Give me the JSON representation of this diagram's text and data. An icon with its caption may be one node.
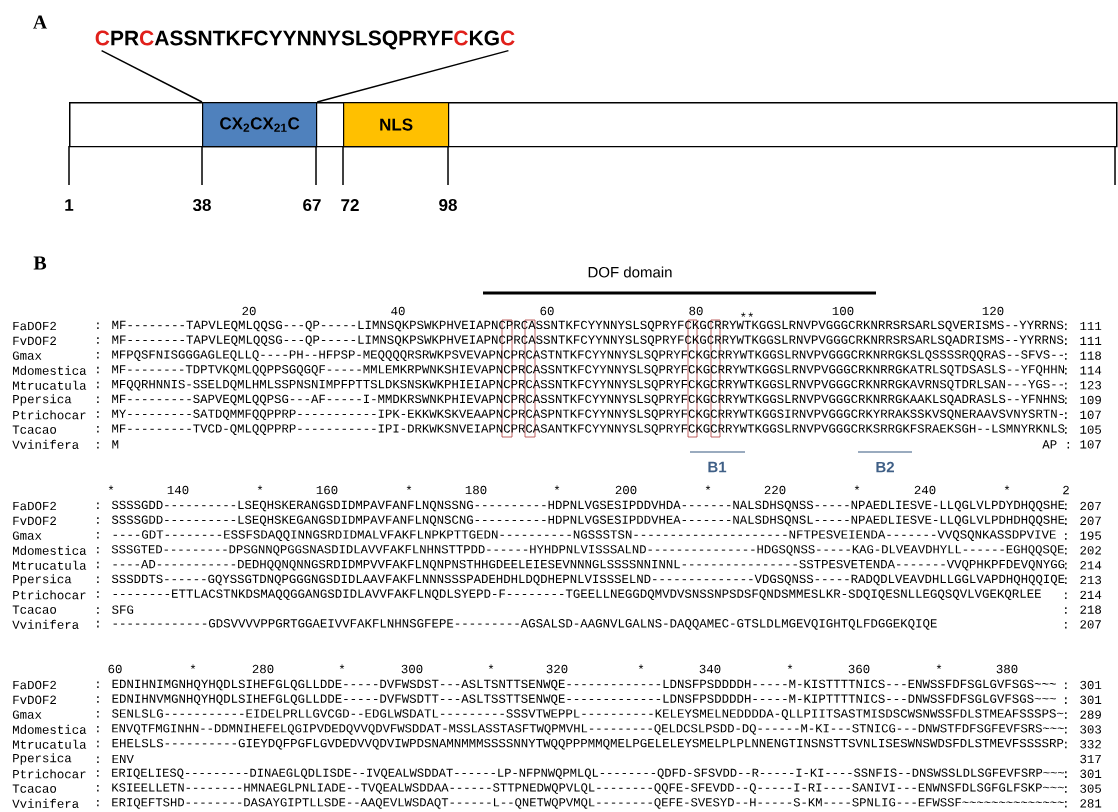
{
  "diagram": {
    "nodes": [
      {
        "text": [
          "C",
          "PR",
          "C",
          "ASSNTKFCYYNNYSLSQPRYF",
          "C",
          "KG",
          "C"
        ]
      },
      {
        "text": [],
        "shape": "box"
      },
      {
        "text": [
          "CX$_{2}$CX$_{21}$C"
        ],
        "in": 1
      },
      {
        "text": [
          "NLS"
        ],
        "in": 1
      }
    ],
    "edges": [
      {
        "from": 0,
        "to": 2,
        "arrow": "none"
      },
      {
        "from": 0,
        "to": 2,
        "arrow": "none"
      }
    ],
    "labels": [
      "A",
      "1",
      "38",
      "67",
      "72",
      "98",
      "B",
      "DOF domain",
      "20",
      "40",
      "60",
      "80",
      "100",
      "120",
      "**",
      "FaDOF2",
      ": MF--------TAPVLEQMLQQSG---QP-----LIMNSQKPSWKPHVEIAPNCPRCASSNTKFCYYNNYSLSQPRYFCKGCRRYWTKGGSLRNVPVGGGCRKNRRSRSARLSQVERISMS--YYRRNS",
      ": 111",
      "FvDOF2",
      ": MF--------TAPVLEQMLQQSG---QP-----LIMNSQKPSWKPHVEIAPNCPRCASSNTKFCYYNNYSLSQPRYFCKGCRRYWTKGGSLRNVPVGGGCRKNRRSRSARLSQADRISMS--YYRRNS",
      ": 111",
      "Gmax",
      ": MFPQSFNISGGGAGLEQLLQ----PH--HFPSP-MEQQQQRSRWKPSVEVAPNCPRCASTNTKFCYYNNYSLSQPRYFCKGCRRYWTKGGSLRNVPVGGGCRKNRRGKSLQSSSSRQQRAS--SFVS--",
      ": 118",
      "Mdomestica",
      ": MF--------TDPTVKQMLQQPPSGQGQF-----MMLEMKRPWNKSHIEVAPNCPRCASSNTKFCYYNNYSLSQPRYFCKGCRRYWTKGGSLRNVPVGGGCRKNRRGKATRLSQTDSASLS--YFQHHN",
      ": 114",
      "Mtrucatula",
      ": MFQQRHNNIS-SSELDQMLHMLSSPNSNIMPFPTTSLDKSNSKWKPHIEIAPNCPRCASSNTKFCYYNNYSLSQPRYFCKGCRRYWTKGGSLRNVPVGGGCRKNRRGKAVRNSQTDRLSAN---YGS--",
      ": 123",
      "Ppersica",
      ": MF---------SAPVEQMLQQPSG---AF-----I-MMDKRSWNKPHIEVAPNCPRCASSNTKFCYYNNYSLSQPRYFCKGCRRYWTKGGSLRNVPVGGGCRKNRRGKAAKLSQADRASLS--YFNHNS",
      ": 109",
      "Ptrichocar",
      ": MY---------SATDQMMFQQPPRP-----------IPK-EKKWKSKVEAAPNCPRCASPNTKFCYYNNYSLSQPRYFCKGCRRYWTKGGSIRNVPVGGGCRKYRRAKSSKVSQNERAAVSVNYSRTN-",
      ": 107",
      "Tcacao",
      ": MF---------TVCD-QMLQQPPRP-----------IPI-DRKWKSNVEIAPNCPRCASANTKFCYYNNYSLSQPRYFCKGCRRYWTKGGSLRNVPVGGGCRKSRRGKFSRAEKSGH--LSMNYRKNLS",
      ": 105",
      "Vvinifera",
      ": M",
      "AP : 107",
      "B1",
      "B2",
      "*",
      "140",
      "*",
      "160",
      "*",
      "180",
      "*",
      "200",
      "*",
      "220",
      "*",
      "240",
      "*",
      "2",
      "FaDOF2",
      ": SSSSGDD----------LSEQHSKERANGSDIDMPAVFANFLNQNSSNG----------HDPNLVGSESIPDDVHDA-------NALSDHSQNSS-----NPAEDLIESVE-LLQGLVLPDYDHQQSHE",
      ": 207",
      "FvDOF2",
      ": SSSSGDD----------LSEQHSKEGANGSDIDMPAVFANFLNQNSCNG----------HDPNLVGSESIPDDVHEA-------NALSDHSQNSL-----NPAEDLIESVE-LLQGLVLPDHDHQQSHE",
      ": 207",
      "Gmax",
      ": ----GDT--------ESSFSDAQQINNGSRDIDMALVFAKFLNPKPTTGEDN----------NGSSSTSN---------------------NFTPESVEIENDA-------VVQSQNKASSDPVIVE",
      ": 195",
      "Mdomestica",
      ": SSSGTED---------DPSGNNQPGGSNASDIDLAVVFAKFLNHNSTTPDD------HYHDPNLVISSSALND---------------HDGSQNSS-----KAG-DLVEAVDHYLL------EGHQQSQE",
      ": 202",
      "Mtrucatula",
      ": ----AD-----------DEDHQQNQNNGSRDIDMPVVFAKFLNQNPNSTHHGDEELEIESEVNNNGLSSSSNNINNL----------------SSTPESVETENDA-------VVQPHKPFDEVQNYGG",
      ": 214",
      "Ppersica",
      ": SSSDDTS------GQYSSGTDNQPGGGNGSDIDLAAVFAKFLNNNSSSPADEHDHLDQDHEPNLVISSSELND--------------VDGSQNSS-----RADQDLVEAVDHLLGGLVAPDHQHQQIQE",
      ": 213",
      "Ptrichocar",
      ": --------ETTLACSTNKDSMAQQGGANGSDIDLAVVFAKFLNQDLSYEPD-F--------TGEELLNEGGDQMVDVSNSSNPSDSFQNDSMMESLKR-SDQIQESNLLEGQSQVLVGEKQRLEE",
      ": 214",
      "Tcacao",
      ": SFG",
      ": 218",
      "Vvinifera",
      ": -------------GDSVVVVPPGRTGGAEIVVFAKFLNHNSGFEPE---------AGSALSD-AAGNVLGALNS-DAQQAMEC-GTSLDLMGEVQIGHTQLFDGGEKQIQE",
      ": 207",
      "60",
      "*",
      "280",
      "*",
      "300",
      "*",
      "320",
      "*",
      "340",
      "*",
      "360",
      "*",
      "380",
      "FaDOF2",
      ": EDNIHNIMGNHQYHQDLSIHEFGLQGLLDDE-----DVFWSDST---ASLTSNTTSENWQE-------------LDNSFPSDDDDH-----M-KISTTTTNICS---ENWSSFDFSGLGVFSGS~~~",
      ": 301",
      "FvDOF2",
      ": EDNIHNVMGNHQYHQDLSIHEFGLQGLLDDE-----DVFWSDTT---ASLTSSTTSENWQE-------------LDNSFPSDDDDH-----M-KIPTTTTNICS---DNWSSFDFSGLGVFSGS~~~",
      ": 301",
      "Gmax",
      ": SENLSLG-----------EIDELPRLLGVCGD--EDGLWSDATL---------SSSVTWEPPL----------KELEYSMELNEDDDDA-QLLPIITSASTMISDSCWSNWSSFDLSTMEAFSSSPS~",
      ": 289",
      "Mdomestica",
      ": ENVQTFMGINHN--DDMNIHEFELQGIPVDEDQVVQDVFWSDDAT-MSSLASSTASFTWQPMVHL---------QELDCSLPSDD-DQ------M-KI---STNICG---DNWSTFDFSGFEVFSRS~~~",
      ": 303",
      "Mtrucatula",
      ": EHELSLS----------GIEYDQFPGFLGVDEDVVQDVIWPDSNAMNMMMSSSSNNYTWQQPPPMMQMELPGELELEYSMELPLPLNNENGTINSNSTTSVNLISESWNSWDSFDLSTMEVFSSSSRP",
      ": 332",
      "Ppersica",
      ": ENV",
      "317",
      "Ptrichocar",
      ": ERIQELIESQ---------DINAEGLQDLISDE--IVQEALWSDDAT------LP-NFPNWQPMLQL--------QDFD-SFSVDD--R-----I-KI----SSNFIS--DNSWSSLDLSGFEVFSRP~~~",
      ": 301",
      "Tcacao",
      ": KSIEELLETN--------HMNAEGLPNLIADE--TVQEALWSDDAA------STTPNEDWQPVLQL--------QQFE-SFEVDD--Q-----I-RI----SANIVI---ENWNSFDLSGFGLFSKP~~~",
      ": 305",
      "Vvinifera",
      ": ERIQEFTSHD--------DASAYGIPTLLSDE--AAQEVLWSDAQT------L--QNETWQPVMQL--------QEFE-SVESYD--H-----S-KM----SPNLIG---EFWSSF~~~~~~~~~~~~~~",
      ": 281"
    ]
  }
}
